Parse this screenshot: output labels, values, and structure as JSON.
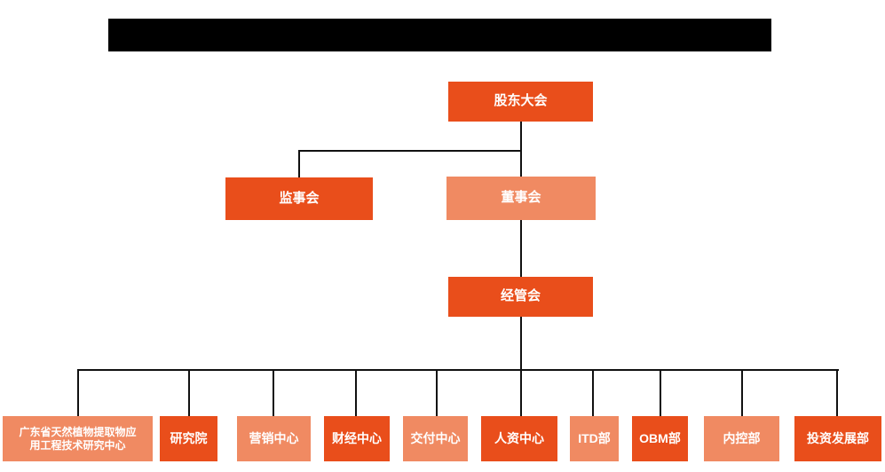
{
  "colors": {
    "dark_orange": "#E94E1B",
    "light_orange": "#F08A62",
    "line": "#111111",
    "redaction": "#000000",
    "text": "#ffffff"
  },
  "org": {
    "root": {
      "label": "股东大会"
    },
    "supervisory_board": {
      "label": "监事会"
    },
    "board_of_directors": {
      "label": "董事会"
    },
    "management_committee": {
      "label": "经管会"
    },
    "departments": [
      {
        "label": "广东省天然植物提取物应用工程技术研究中心"
      },
      {
        "label": "研究院"
      },
      {
        "label": "营销中心"
      },
      {
        "label": "财经中心"
      },
      {
        "label": "交付中心"
      },
      {
        "label": "人资中心"
      },
      {
        "label": "ITD部"
      },
      {
        "label": "OBM部"
      },
      {
        "label": "内控部"
      },
      {
        "label": "投资发展部"
      }
    ]
  }
}
